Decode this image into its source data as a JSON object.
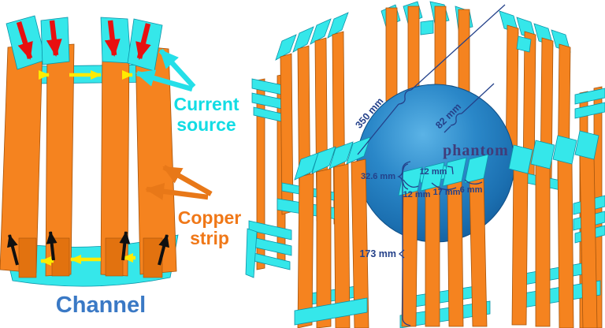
{
  "left_figure": {
    "labels": {
      "current_source": [
        "Current",
        "source"
      ],
      "copper_strip": [
        "Copper",
        "strip"
      ],
      "channel": "Channel"
    }
  },
  "right_figure": {
    "phantom_label": "phantom",
    "dimensions": {
      "array_diameter": "350 mm",
      "phantom_gap": "82 mm",
      "source_height": "32.6 mm",
      "top_gap_width": "12 mm",
      "strip_width": "12 mm",
      "strip_gap": "17 mm",
      "edge_gap": "6 mm",
      "strip_length": "173 mm"
    }
  },
  "colors": {
    "copper": "#F5831F",
    "current_source_cyan": "#35E7EA",
    "phantom_blue": "#1E78BA",
    "dimension_navy": "#24418A",
    "channel_label_blue": "#3A79C5",
    "arrow_red": "#E81010",
    "arrow_yellow": "#FFEB00",
    "arrow_black": "#101010"
  }
}
